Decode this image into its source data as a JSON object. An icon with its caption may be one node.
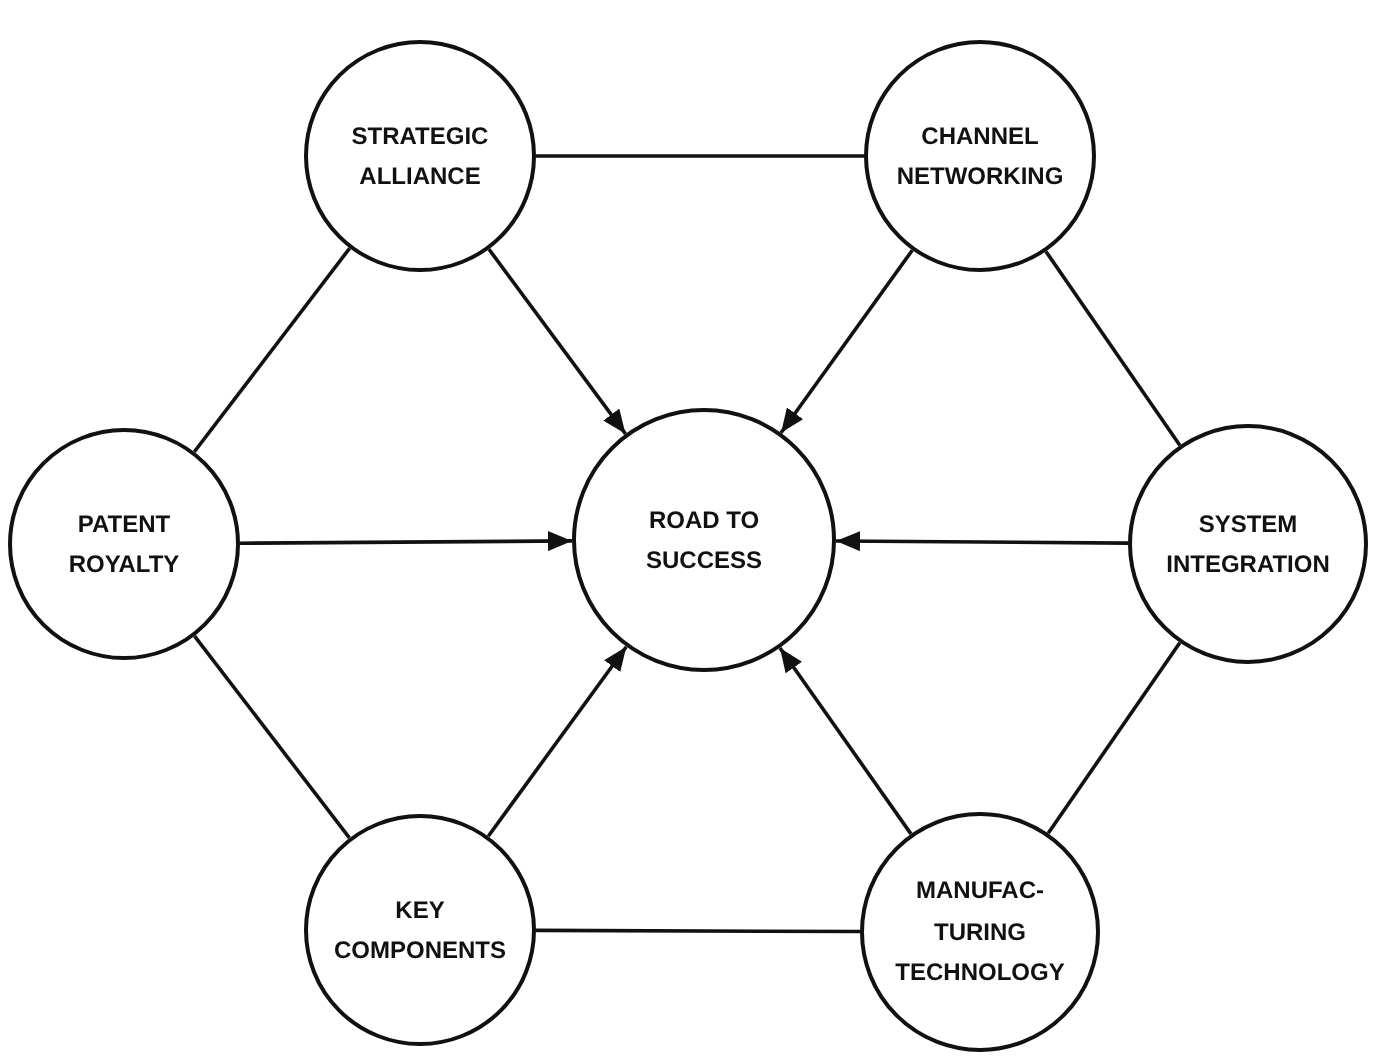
{
  "diagram": {
    "nodes": [
      {
        "text": [
          "STRATEGIC ALLIANCE"
        ]
      },
      {
        "text": [
          "CHANNEL NETWORKING"
        ]
      },
      {
        "text": [
          "PATENT ROYALTY"
        ]
      },
      {
        "text": [
          "ROAD TO SUCCESS"
        ]
      },
      {
        "text": [
          "SYSTEM INTEGRATION"
        ]
      },
      {
        "text": [
          "KEY COMPONENTS"
        ]
      },
      {
        "text": [
          "MANUFAC- TURING TECHNOLOGY"
        ]
      }
    ],
    "edges": [
      {
        "from": 0,
        "to": 1,
        "arrow": "none"
      },
      {
        "from": 1,
        "to": 4,
        "arrow": "none"
      },
      {
        "from": 4,
        "to": 6,
        "arrow": "none"
      },
      {
        "from": 6,
        "to": 5,
        "arrow": "none"
      },
      {
        "from": 5,
        "to": 2,
        "arrow": "none"
      },
      {
        "from": 2,
        "to": 0,
        "arrow": "none"
      },
      {
        "from": 0,
        "to": 3,
        "arrow": "to"
      },
      {
        "from": 1,
        "to": 3,
        "arrow": "to"
      },
      {
        "from": 2,
        "to": 3,
        "arrow": "to"
      },
      {
        "from": 4,
        "to": 3,
        "arrow": "to"
      },
      {
        "from": 5,
        "to": 3,
        "arrow": "to"
      },
      {
        "from": 6,
        "to": 3,
        "arrow": "to"
      }
    ]
  }
}
